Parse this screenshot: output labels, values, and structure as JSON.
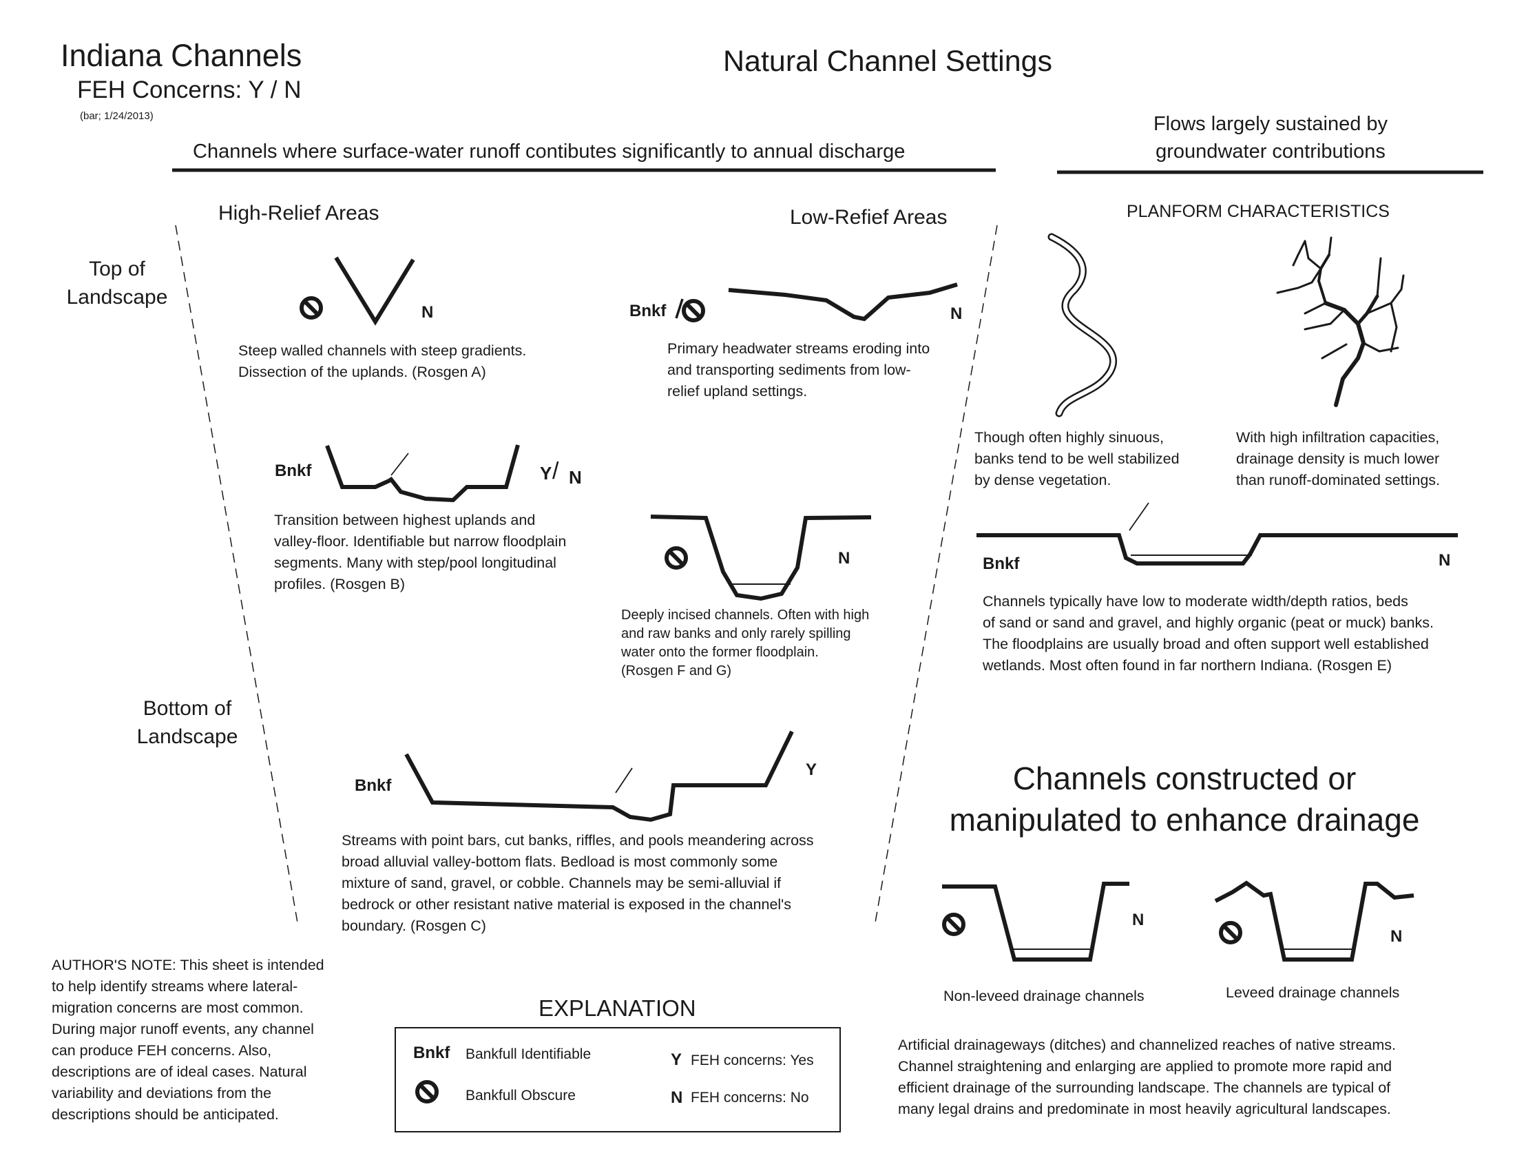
{
  "header": {
    "title": "Indiana Channels",
    "subtitle": "FEH Concerns: Y / N",
    "byline": "(bar; 1/24/2013)",
    "main_title": "Natural Channel Settings"
  },
  "sections": {
    "runoff": "Channels where surface-water runoff contibutes significantly to annual discharge",
    "groundwater": "Flows largely sustained by\ngroundwater contributions",
    "high_relief": "High-Relief Areas",
    "low_relief": "Low-Refief Areas",
    "top": "Top of\nLandscape",
    "bottom": "Bottom of\nLandscape",
    "planform": "PLANFORM CHARACTERISTICS",
    "constructed": "Channels constructed or\nmanipulated to enhance drainage"
  },
  "labels": {
    "bnkf": "Bnkf",
    "y": "Y",
    "n": "N",
    "yn_slash": "/"
  },
  "descriptions": {
    "rosgen_a": "Steep walled channels with steep gradients.\nDissection of the uplands. (Rosgen A)",
    "headwater": "Primary headwater streams eroding into\nand transporting sediments from low-\nrelief upland settings.",
    "rosgen_b": "Transition between highest uplands and\nvalley-floor. Identifiable but narrow floodplain\nsegments.  Many with step/pool longitudinal\nprofiles. (Rosgen B)",
    "rosgen_fg": "Deeply incised channels. Often with high\nand raw banks and only rarely spilling\nwater onto the former floodplain.\n(Rosgen F and G)",
    "rosgen_c": "Streams with point bars, cut banks, riffles, and pools meandering across\nbroad alluvial valley-bottom flats.  Bedload is most commonly some\nmixture of sand, gravel, or cobble.  Channels may be semi-alluvial if\nbedrock or other resistant native material is exposed in the channel's\nboundary. (Rosgen C)",
    "sinuous": "Though often highly sinuous,\nbanks tend to be well stabilized\nby dense vegetation.",
    "infiltration": "With high infiltration capacities,\ndrainage density is much lower\nthan runoff-dominated settings.",
    "rosgen_e": "Channels typically have low to moderate width/depth ratios, beds\nof sand or sand and gravel, and highly organic (peat or muck) banks.\nThe floodplains are usually broad and often support well established\nwetlands. Most often found in far northern Indiana. (Rosgen E)",
    "non_leveed": "Non-leveed drainage channels",
    "leveed": "Leveed drainage channels",
    "artificial": "Artificial drainageways (ditches) and channelized reaches of native streams.\nChannel straightening and enlarging are applied to promote more rapid and\nefficient drainage of the surrounding landscape. The channels are typical of\nmany legal drains and predominate in most heavily agricultural landscapes."
  },
  "author_note": "AUTHOR'S NOTE: This sheet is intended\nto help identify streams where lateral-\nmigration concerns are most common.\nDuring major runoff events, any channel\ncan produce FEH concerns. Also,\ndescriptions are of ideal cases. Natural\nvariability and deviations from the\ndescriptions should be anticipated.",
  "explanation": {
    "title": "EXPLANATION",
    "bnkf_key": "Bnkf",
    "bnkf_desc": "Bankfull Identifiable",
    "obscure_desc": "Bankfull Obscure",
    "y_key": "Y",
    "y_desc": "FEH concerns: Yes",
    "n_key": "N",
    "n_desc": "FEH concerns: No"
  },
  "icons": {
    "bankfull_obscure": "circle-slash-icon"
  }
}
